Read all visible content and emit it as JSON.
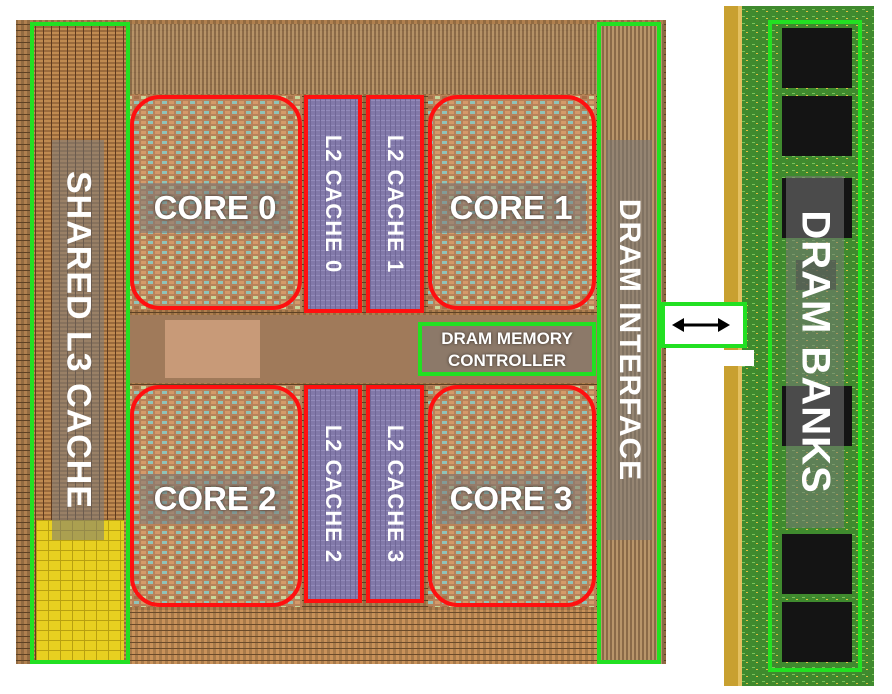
{
  "colors": {
    "region_outline": "#22e022",
    "core_outline": "#ff1010",
    "label_text": "#ffffff",
    "label_backdrop": "#7a7a7a"
  },
  "labels": {
    "shared_l3": "SHARED L3 CACHE",
    "dram_interface": "DRAM INTERFACE",
    "dram_banks": "DRAM BANKS",
    "memory_controller_line1": "DRAM MEMORY",
    "memory_controller_line2": "CONTROLLER"
  },
  "cores": [
    {
      "label": "CORE 0"
    },
    {
      "label": "CORE 1"
    },
    {
      "label": "CORE 2"
    },
    {
      "label": "CORE 3"
    }
  ],
  "l2_caches": [
    {
      "label": "L2 CACHE 0"
    },
    {
      "label": "L2 CACHE 1"
    },
    {
      "label": "L2 CACHE 2"
    },
    {
      "label": "L2 CACHE 3"
    }
  ],
  "icons": {
    "link": "double-arrow-icon"
  }
}
